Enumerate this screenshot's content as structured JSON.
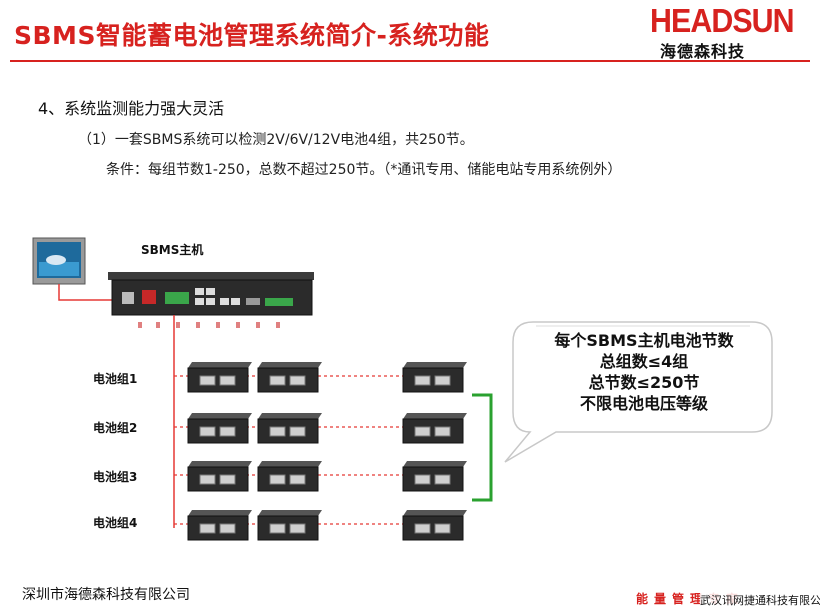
{
  "header": {
    "title": "SBMS智能蓄电池管理系统简介-系统功能",
    "logo_word": "HEADSUN",
    "logo_sub": "海德森科技"
  },
  "content": {
    "heading": "4、系统监测能力强大灵活",
    "line1": "（1）一套SBMS系统可以检测2V/6V/12V电池4组，共250节。",
    "line2": "条件：每组节数1-250，总数不超过250节。（*通讯专用、储能电站专用系统例外）"
  },
  "diagram": {
    "host_label": "SBMS主机",
    "groups": [
      "电池组1",
      "电池组2",
      "电池组3",
      "电池组4"
    ],
    "bubble_lines": [
      "每个SBMS主机电池节数",
      "总组数≤4组",
      "总节数≤250节",
      "不限电池电压等级"
    ]
  },
  "footer": {
    "company": "深圳市海德森科技有限公司",
    "slogan": "能量管理专家",
    "overlay": "武汉讯网捷通科技有限公司"
  },
  "colors": {
    "brand_red": "#d7221f",
    "bracket_green": "#2aa12f",
    "device_dark": "#2b2b2b"
  }
}
